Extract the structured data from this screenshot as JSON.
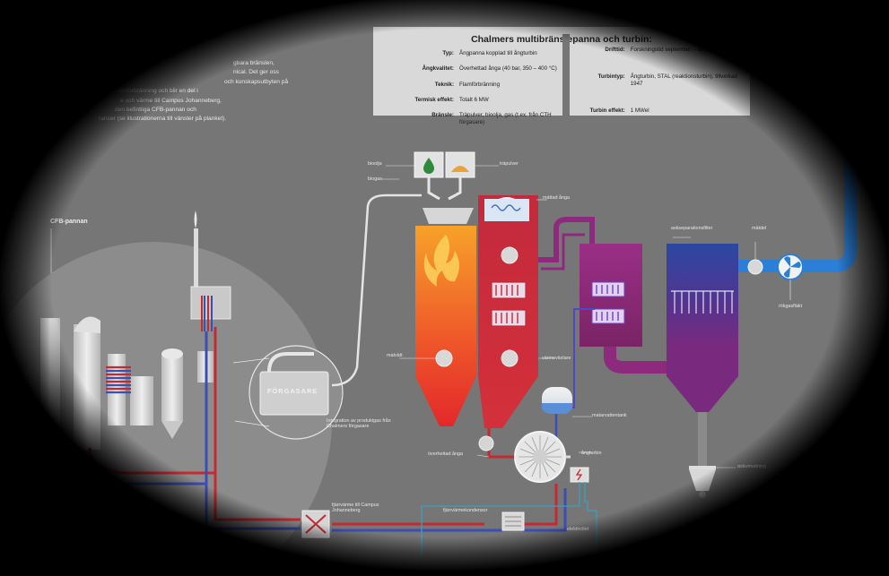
{
  "panel": {
    "title": "Chalmers multibränslepanna och turbin:",
    "specs": [
      {
        "key": "Typ:",
        "value": "Ångpanna kopplad till ångturbin"
      },
      {
        "key": "Ångkvalitet:",
        "value": "Överhettad ånga (40 bar, 350 – 400 °C)"
      },
      {
        "key": "Teknik:",
        "value": "Flamförbränning"
      },
      {
        "key": "Termisk effekt:",
        "value": "Totalt 6 MW"
      },
      {
        "key": "Bränsle:",
        "value": "Träpulver, bioolja, gas (t.ex. från CTH för­gasare)"
      }
    ],
    "specs_right": [
      {
        "key": "Drifttid:",
        "value": "Forskningstid september – april"
      },
      {
        "key": "Turbintyp:",
        "value": "Ångturbin, STAL (reaktionsturbin), tillverkad 1947"
      },
      {
        "key": "Turbin effekt:",
        "value": "1 MWel"
      }
    ]
  },
  "left_text": [
    "gbara bränslen,",
    "nical. Det ger oss",
    "och kunskapsutbyten på",
    "",
    "pen flamförbränning och blir en del i",
    "e och värme till Campus Johanneberg,",
    "den befintliga CFB-pannan och",
    "ranser (se illustrationerna till vänster på planket)."
  ],
  "labels": {
    "cfb": "CFB-pannan",
    "forgasare": "FÖRGASARE",
    "integration": "Integration av pro­duktgas från Chalmers förgasare",
    "bioolja": "bioolja",
    "trapulver": "träpulver",
    "biogas": "biogas",
    "mattad_anga": "mättad ånga",
    "matvatt": "matvätt",
    "varmevaxlare": "värmeväxlare",
    "matarvattentank": "matarvattentank",
    "overhettad_anga": "överhettad ånga",
    "angturbin": "ångturbin",
    "fjarrvarme": "fjärrvärme till Campus Johanneberg",
    "fjarrvarmekondensor": "fjärrvärmekondensor",
    "elektricitet": "elektricitet",
    "askseparation": "askseparationsfilter",
    "matdel": "mätdel",
    "rokgasflakt": "rökgasfläkt",
    "askutmatning": "askutmatning"
  },
  "colors": {
    "background": "#7a7a7a",
    "flame_top": "#f7a12a",
    "flame_bottom": "#e3282b",
    "boiler": "#c82538",
    "purple": "#8d2a7e",
    "filter_top": "#2a4aa0",
    "filter_bottom": "#7a2a7e",
    "blue_pipe": "#2b7fd6",
    "red_pipe": "#c42a32",
    "panel": "#d9d9d9"
  },
  "icons": [
    "flame-icon",
    "drop-icon",
    "powder-icon",
    "fan-icon",
    "valve-icon",
    "turbine-icon",
    "generator-icon"
  ]
}
